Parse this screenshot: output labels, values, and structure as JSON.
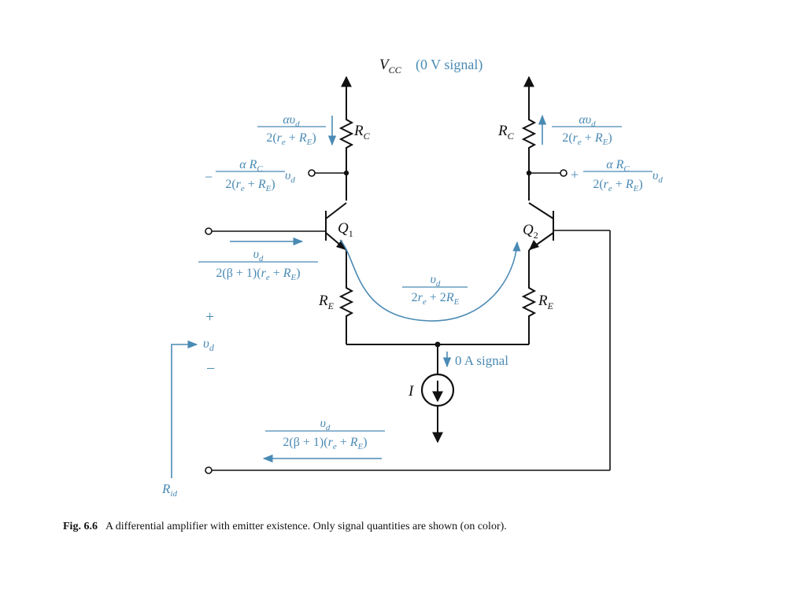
{
  "colors": {
    "circuit": "#111111",
    "signal": "#4a8ab4",
    "background": "#ffffff"
  },
  "supply": {
    "name": "V",
    "sub": "CC",
    "signal_note": "(0 V signal)"
  },
  "resistors": {
    "rc_left": {
      "name": "R",
      "sub": "C"
    },
    "rc_right": {
      "name": "R",
      "sub": "C"
    },
    "re_left": {
      "name": "R",
      "sub": "E"
    },
    "re_right": {
      "name": "R",
      "sub": "E"
    }
  },
  "transistors": {
    "q1": {
      "name": "Q",
      "sub": "1"
    },
    "q2": {
      "name": "Q",
      "sub": "2"
    }
  },
  "current_source": {
    "name": "I",
    "signal_note": "0 A signal"
  },
  "signals": {
    "collector_current": {
      "num_alpha": "α",
      "num_v": "υ",
      "num_sub": "d",
      "den_prefix": "2(",
      "den_r": "r",
      "den_rsub": "e",
      "den_plus": " + ",
      "den_R": "R",
      "den_Rsub": "E",
      "den_suffix": ")"
    },
    "out_left": {
      "sign": "−",
      "num": "α R",
      "num_sub": "C",
      "tail": "υ",
      "tail_sub": "d"
    },
    "out_right": {
      "sign": "+",
      "num": "α R",
      "num_sub": "C",
      "tail": "υ",
      "tail_sub": "d"
    },
    "base_current": {
      "num_v": "υ",
      "num_sub": "d",
      "den_a": "2(β + 1)(",
      "den_r": "r",
      "den_rsub": "e",
      "den_plus": " + ",
      "den_R": "R",
      "den_Rsub": "E",
      "den_close": ")"
    },
    "emitter_current": {
      "num_v": "υ",
      "num_sub": "d",
      "den_a": "2",
      "den_r": "r",
      "den_rsub": "e",
      "den_plus": " + 2",
      "den_R": "R",
      "den_Rsub": "E"
    },
    "input_voltage": {
      "plus": "+",
      "v": "υ",
      "sub": "d",
      "minus": "−"
    },
    "input_resistance": {
      "name": "R",
      "sub": "id"
    }
  },
  "caption": {
    "label": "Fig. 6.6",
    "text": "A differential amplifier with emitter existence.  Only signal quantities are shown (on color)."
  }
}
